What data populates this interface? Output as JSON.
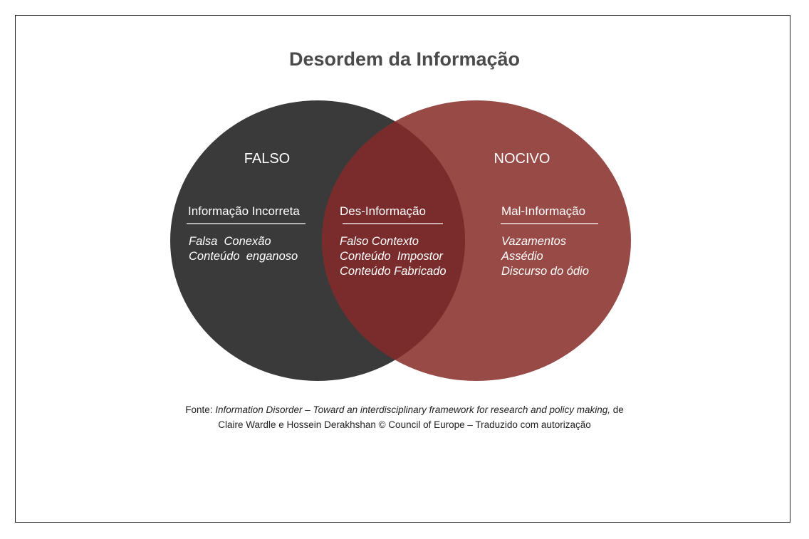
{
  "title": "Desordem da Informação",
  "colors": {
    "false_circle": "#3a3a3a",
    "harmful_circle": "#8e3b36",
    "overlap": "#7a2c2c"
  },
  "circles": {
    "left": {
      "label": "FALSO",
      "heading": "Informação Incorreta",
      "items": [
        "Falsa  Conexão",
        "Conteúdo  enganoso"
      ]
    },
    "center": {
      "heading": "Des-Informação",
      "items": [
        "Falso Contexto",
        "Conteúdo  Impostor",
        "Conteúdo Fabricado"
      ]
    },
    "right": {
      "label": "NOCIVO",
      "heading": "Mal-Informação",
      "items": [
        "Vazamentos",
        "Assédio",
        "Discurso do ódio"
      ]
    }
  },
  "source": {
    "prefix": "Fonte: ",
    "work_title": "Information Disorder – Toward an interdisciplinary framework for research and policy making,",
    "suffix": " de",
    "line2": "Claire Wardle e Hossein Derakhshan © Council of Europe – Traduzido com autorização"
  }
}
